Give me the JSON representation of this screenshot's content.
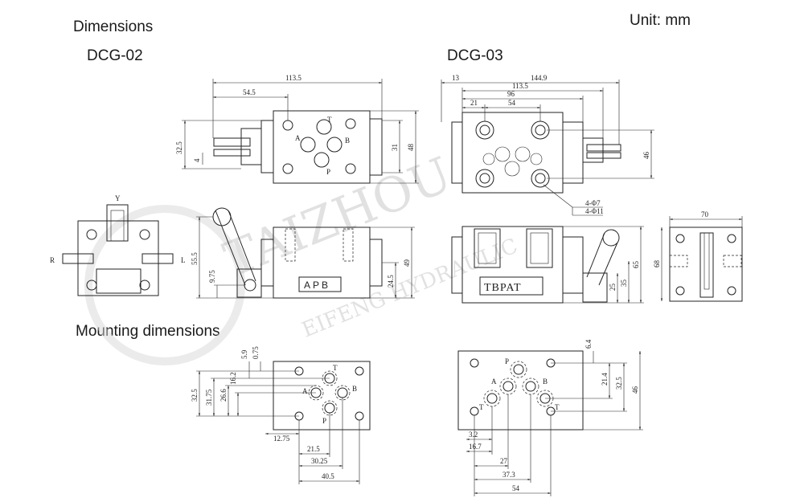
{
  "headings": {
    "dimensions": "Dimensions",
    "unit": "Unit: mm",
    "dcg02": "DCG-02",
    "dcg03": "DCG-03",
    "mounting": "Mounting dimensions"
  },
  "watermark": {
    "line1": "TAIZHOU",
    "line2": "EIFENG HYDRAULIC"
  },
  "dcg02": {
    "top_view": {
      "width_total": "113.5",
      "width_mid": "54.5",
      "h_left": "32.5",
      "h_small": "4",
      "h_right1": "31",
      "h_right2": "48",
      "ports": [
        "T",
        "A",
        "B",
        "P"
      ]
    },
    "side_views": {
      "side_label_left": "R",
      "side_label_right": "L",
      "top_label": "Y"
    },
    "front_view": {
      "h1": "55.5",
      "h2": "9.75",
      "h3": "24.5",
      "h4": "49",
      "marking": "APB"
    }
  },
  "dcg03": {
    "top_view": {
      "d13": "13",
      "d144_9": "144.9",
      "d113_5": "113.5",
      "d96": "96",
      "d21": "21",
      "d54": "54",
      "d46": "46",
      "hole1": "4-Φ7",
      "hole2": "4-Φ11"
    },
    "end_view": {
      "w70": "70",
      "h68": "68"
    },
    "front_view": {
      "h65": "65",
      "h25": "25",
      "h35": "35",
      "marking": "TBPAT"
    }
  },
  "mounting_02": {
    "d5_9": "5.9",
    "d0_75": "0.75",
    "d16_2": "16.2",
    "d26_6": "26.6",
    "d31_75": "31.75",
    "d32_5": "32.5",
    "d12_75": "12.75",
    "d21_5": "21.5",
    "d30_25": "30.25",
    "d40_5": "40.5",
    "ports": [
      "T",
      "A",
      "B",
      "P"
    ]
  },
  "mounting_03": {
    "d6_4": "6.4",
    "d21_4": "21.4",
    "d32_5": "32.5",
    "d46": "46",
    "d3_2": "3.2",
    "d16_7": "16.7",
    "d27": "27",
    "d37_3": "37.3",
    "d54": "54",
    "ports": [
      "P",
      "A",
      "B",
      "T",
      "T"
    ]
  }
}
